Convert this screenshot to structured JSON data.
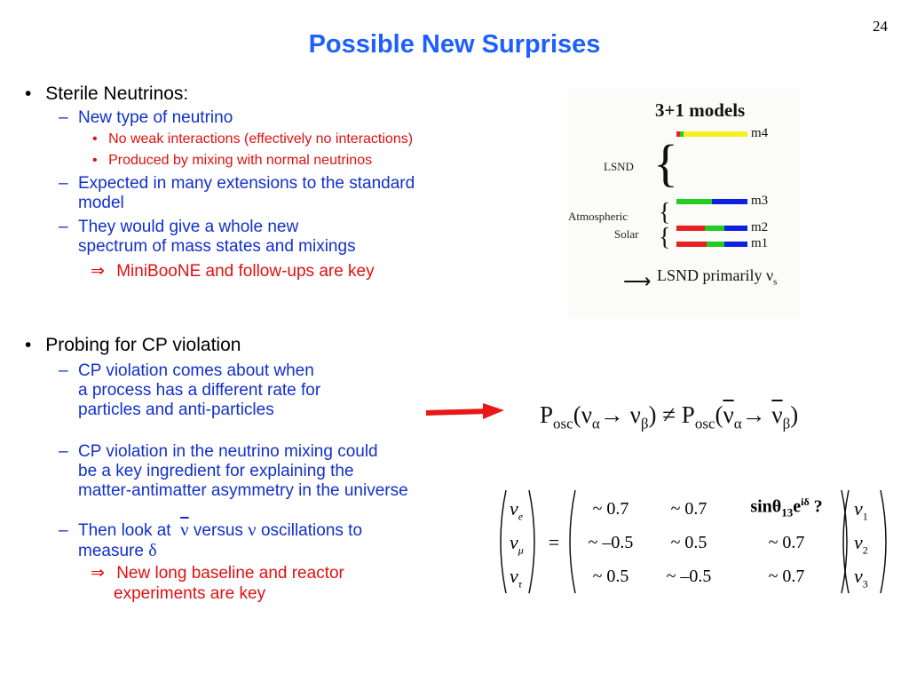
{
  "slide": {
    "page_number": "24",
    "title": "Possible New Surprises"
  },
  "sterile": {
    "heading": "Sterile Neutrinos:",
    "sub1": "New type of neutrino",
    "sub1_bullets": [
      "No weak interactions (effectively no interactions)",
      "Produced by mixing with normal neutrinos"
    ],
    "sub2_line1": "Expected in many extensions to the standard",
    "sub2_line2": "model",
    "sub3_line1": "They would give a whole new",
    "sub3_line2": "spectrum of mass states and mixings",
    "implication": "MiniBooNE and follow-ups are key"
  },
  "cp": {
    "heading": "Probing for CP violation",
    "sub1_line1": "CP violation comes about when",
    "sub1_line2": "a process has a different rate for",
    "sub1_line3": "particles and anti-particles",
    "sub2_line1": "CP violation in the neutrino mixing could",
    "sub2_line2": "be a key ingredient for explaining the",
    "sub2_line3": "matter-antimatter asymmetry in the universe",
    "sub3_pre": "Then look at",
    "sub3_mid": "versus",
    "sub3_post": "oscillations to",
    "sub3_line2": "measure",
    "implication_line1": "New long baseline and reactor",
    "implication_line2": "experiments are key"
  },
  "models_figure": {
    "title": "3+1 models",
    "label_lsnd": "LSND",
    "label_atm": "Atmospheric",
    "label_solar": "Solar",
    "mass_labels": [
      "m4",
      "m3",
      "m2",
      "m1"
    ],
    "footer": "LSND primarily ν",
    "footer_sub": "s",
    "colors": {
      "red": "#e82020",
      "green": "#22cc22",
      "blue": "#1020e0",
      "yellow": "#f5f020"
    }
  },
  "equation": {
    "P": "P",
    "osc": "osc",
    "nu": "ν",
    "alpha": "α",
    "beta": "β",
    "arrow": "→",
    "neq": "≠"
  },
  "matrix": {
    "lhs": [
      "e",
      "μ",
      "τ"
    ],
    "rhs": [
      "1",
      "2",
      "3"
    ],
    "rows": [
      [
        "~ 0.7",
        "~ 0.7",
        "sinθ₁₃e^iδ ?"
      ],
      [
        "~ –0.5",
        "~ 0.5",
        "~ 0.7"
      ],
      [
        "~ 0.5",
        "~ –0.5",
        "~ 0.7"
      ]
    ],
    "highlight_main": "sinθ",
    "highlight_sub": "13",
    "highlight_e": "e",
    "highlight_sup": "iδ",
    "highlight_q": "?"
  },
  "symbols": {
    "bullet": "•",
    "dash": "–",
    "implies": "⇒",
    "small_bullet": "•",
    "nu": "ν",
    "delta": "δ",
    "equals": "=",
    "lparen": "(",
    "rparen": ")"
  }
}
